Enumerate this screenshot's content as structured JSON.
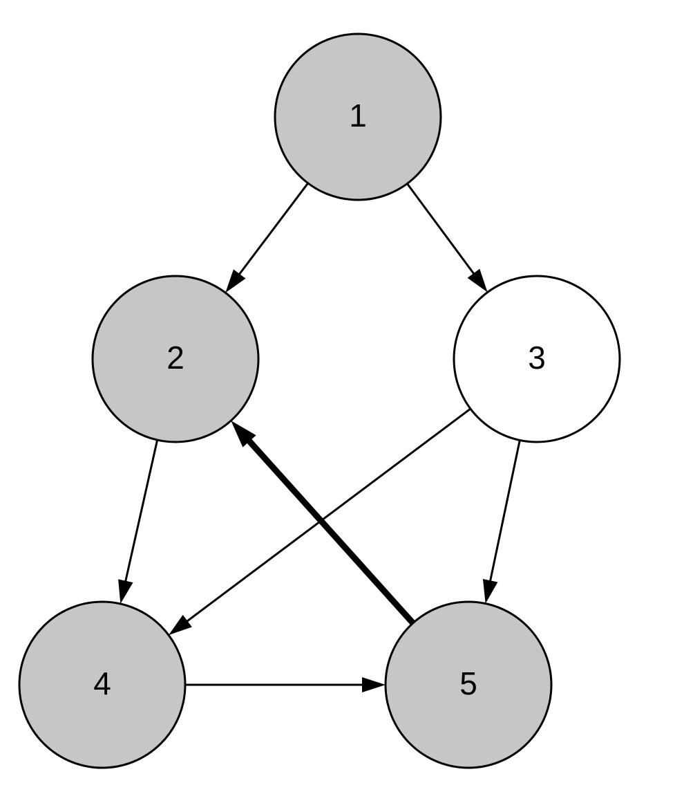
{
  "colors": {
    "visited_fill": "#c6c6c6",
    "unvisited_fill": "#ffffff",
    "stroke": "#000000"
  },
  "nodes": [
    {
      "id": "1",
      "label": "1",
      "state": "visited"
    },
    {
      "id": "2",
      "label": "2",
      "state": "visited"
    },
    {
      "id": "3",
      "label": "3",
      "state": "unvisited"
    },
    {
      "id": "4",
      "label": "4",
      "state": "visited"
    },
    {
      "id": "5",
      "label": "5",
      "state": "visited"
    }
  ],
  "edges": [
    {
      "from": "1",
      "to": "2",
      "emphasis": "normal"
    },
    {
      "from": "1",
      "to": "3",
      "emphasis": "normal"
    },
    {
      "from": "2",
      "to": "4",
      "emphasis": "normal"
    },
    {
      "from": "3",
      "to": "4",
      "emphasis": "normal"
    },
    {
      "from": "3",
      "to": "5",
      "emphasis": "normal"
    },
    {
      "from": "4",
      "to": "5",
      "emphasis": "normal"
    },
    {
      "from": "5",
      "to": "2",
      "emphasis": "highlighted"
    }
  ]
}
